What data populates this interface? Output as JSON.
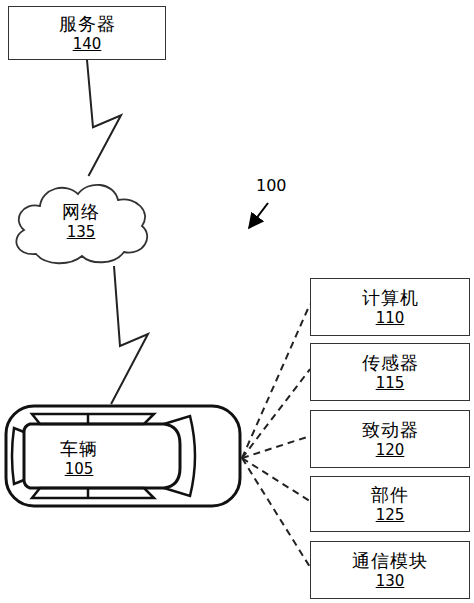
{
  "diagram": {
    "nodes": [
      {
        "text": [
          "服务器",
          "140"
        ]
      },
      {
        "text": [
          "网络",
          "135"
        ]
      },
      {
        "text": [
          "车辆",
          "105"
        ]
      },
      {
        "text": [
          "计算机",
          "110"
        ]
      },
      {
        "text": [
          "传感器",
          "115"
        ]
      },
      {
        "text": [
          "致动器",
          "120"
        ]
      },
      {
        "text": [
          "部件",
          "125"
        ]
      },
      {
        "text": [
          "通信模块",
          "130"
        ]
      }
    ],
    "edges": [
      {
        "from": 0,
        "to": 1,
        "arrow": "none"
      },
      {
        "from": 1,
        "to": 2,
        "arrow": "none"
      },
      {
        "from": 2,
        "to": 3,
        "arrow": "none"
      },
      {
        "from": 2,
        "to": 4,
        "arrow": "none"
      },
      {
        "from": 2,
        "to": 5,
        "arrow": "none"
      },
      {
        "from": 2,
        "to": 6,
        "arrow": "none"
      },
      {
        "from": 2,
        "to": 7,
        "arrow": "none"
      }
    ],
    "labels": [
      "100"
    ]
  }
}
